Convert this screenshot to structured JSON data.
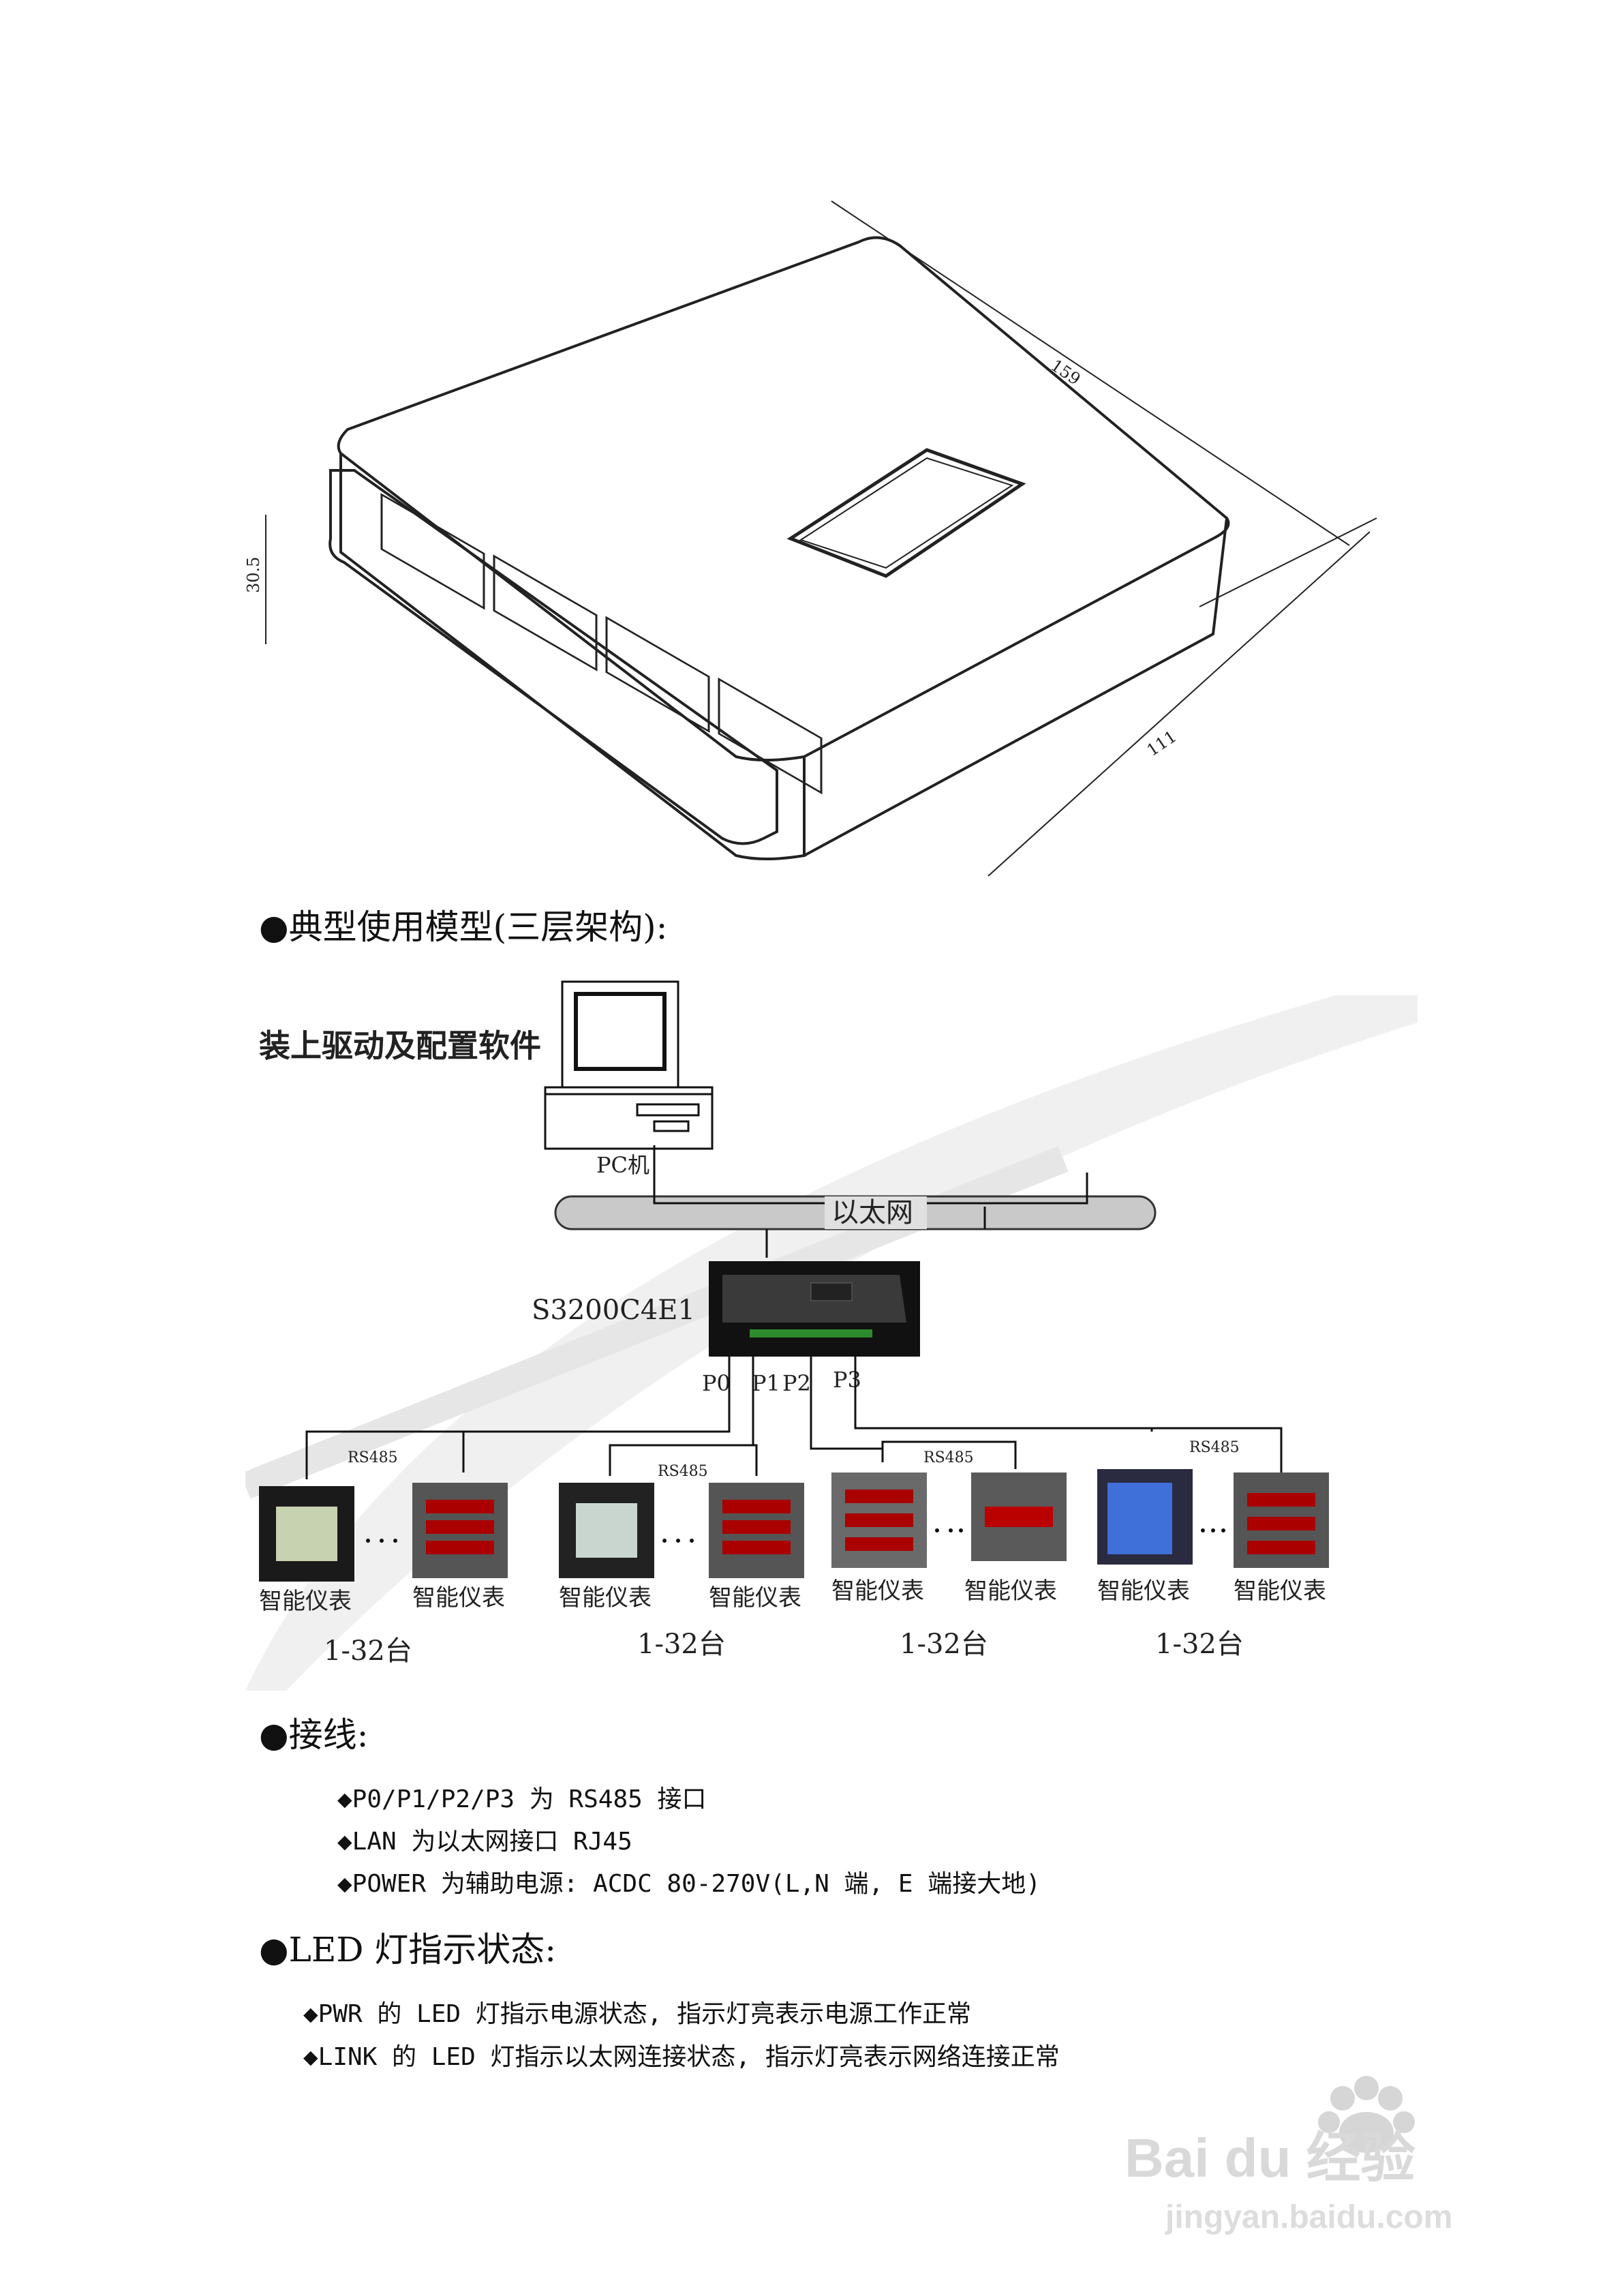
{
  "drawing": {
    "dim_length": "159",
    "dim_height": "30.5",
    "dim_width": "111"
  },
  "sections": {
    "model_heading": "●典型使用模型(三层架构):",
    "wiring_heading": "●接线:",
    "led_heading": "●LED 灯指示状态:"
  },
  "diagram": {
    "software_label": "装上驱动及配置软件",
    "pc_label": "PC机",
    "ethernet_label": "以太网",
    "device_label": "S3200C4E1",
    "ports": [
      "P0",
      "P1",
      "P2",
      "P3"
    ],
    "bus_label": "RS485",
    "meter_label": "智能仪表",
    "count_label": "1-32台"
  },
  "wiring": [
    "◆P0/P1/P2/P3 为 RS485 接口",
    "◆LAN 为以太网接口 RJ45",
    "◆POWER 为辅助电源: ACDC 80-270V(L,N 端, E 端接大地)"
  ],
  "led": [
    "◆PWR 的 LED 灯指示电源状态, 指示灯亮表示电源工作正常",
    "◆LINK 的 LED 灯指示以太网连接状态, 指示灯亮表示网络连接正常"
  ],
  "watermark": {
    "brand": "Bai du 经验",
    "url": "jingyan.baidu.com"
  }
}
